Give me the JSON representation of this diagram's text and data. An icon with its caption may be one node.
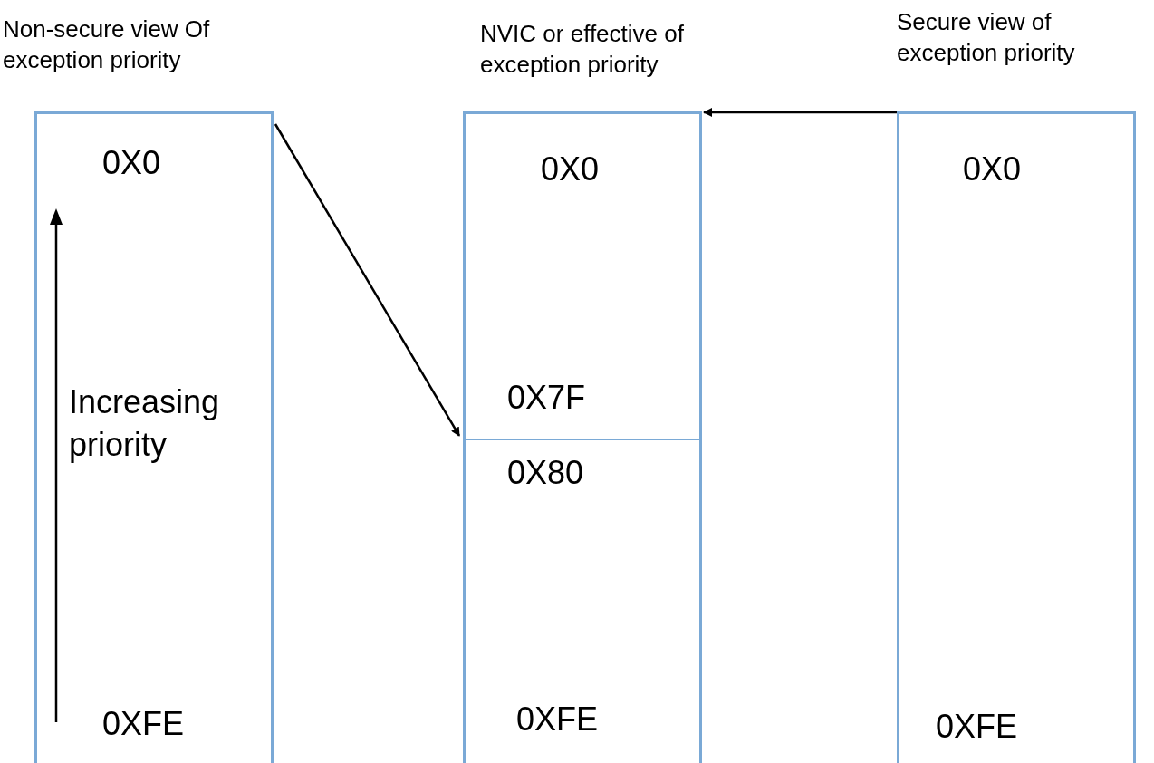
{
  "diagram": {
    "nodes": [
      {
        "text": [
          "Non-secure view Of exception priority",
          "0X0",
          "Increasing priority",
          "0XFE"
        ]
      },
      {
        "text": [
          "NVIC or effective of exception priority"
        ]
      },
      {
        "text": [
          "0X0",
          "0X7F"
        ],
        "in": 1
      },
      {
        "text": [
          "0X80",
          "0XFE"
        ],
        "in": 1
      },
      {
        "text": [
          "Secure view of exception priority",
          "0X0",
          "0XFE"
        ]
      }
    ],
    "edges": [
      {
        "from": 0,
        "to": 1,
        "arrow": "to"
      },
      {
        "from": 4,
        "to": 1,
        "arrow": "to"
      }
    ]
  }
}
